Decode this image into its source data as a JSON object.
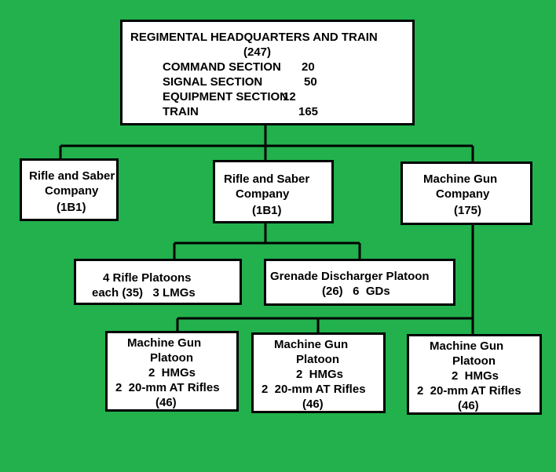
{
  "hq": {
    "title": "REGIMENTAL HEADQUARTERS AND TRAIN",
    "strength": "(247)",
    "sections": [
      {
        "name": "COMMAND SECTION",
        "value": "20"
      },
      {
        "name": "SIGNAL SECTION",
        "value": "50"
      },
      {
        "name": "EQUIPMENT SECTION",
        "value": "12"
      },
      {
        "name": "TRAIN",
        "value": "165"
      }
    ]
  },
  "companies": [
    {
      "line1": "Rifle and Saber",
      "line2": "Company",
      "line3": "(1B1)"
    },
    {
      "line1": "Rifle and Saber",
      "line2": "Company",
      "line3": "(1B1)"
    },
    {
      "line1": "Machine Gun",
      "line2": "Company",
      "line3": "(175)"
    }
  ],
  "platoons": {
    "rifle": {
      "line1": "4 Rifle Platoons",
      "line2": "each (35)   3 LMGs"
    },
    "grenade": {
      "line1": "Grenade Discharger Platoon",
      "line2": "(26)   6  GDs"
    }
  },
  "mg_platoons": [
    {
      "line1": "Machine Gun",
      "line2": "Platoon",
      "line3": "2  HMGs",
      "line4": "2  20-mm AT Rifles",
      "line5": "(46)"
    },
    {
      "line1": "Machine Gun",
      "line2": "Platoon",
      "line3": "2  HMGs",
      "line4": "2  20-mm AT Rifles",
      "line5": "(46)"
    },
    {
      "line1": "Machine Gun",
      "line2": "Platoon",
      "line3": "2  HMGs",
      "line4": "2  20-mm AT Rifles",
      "line5": "(46)"
    }
  ],
  "colors": {
    "background": "#22b14c",
    "box": "#ffffff",
    "line": "#000000"
  }
}
